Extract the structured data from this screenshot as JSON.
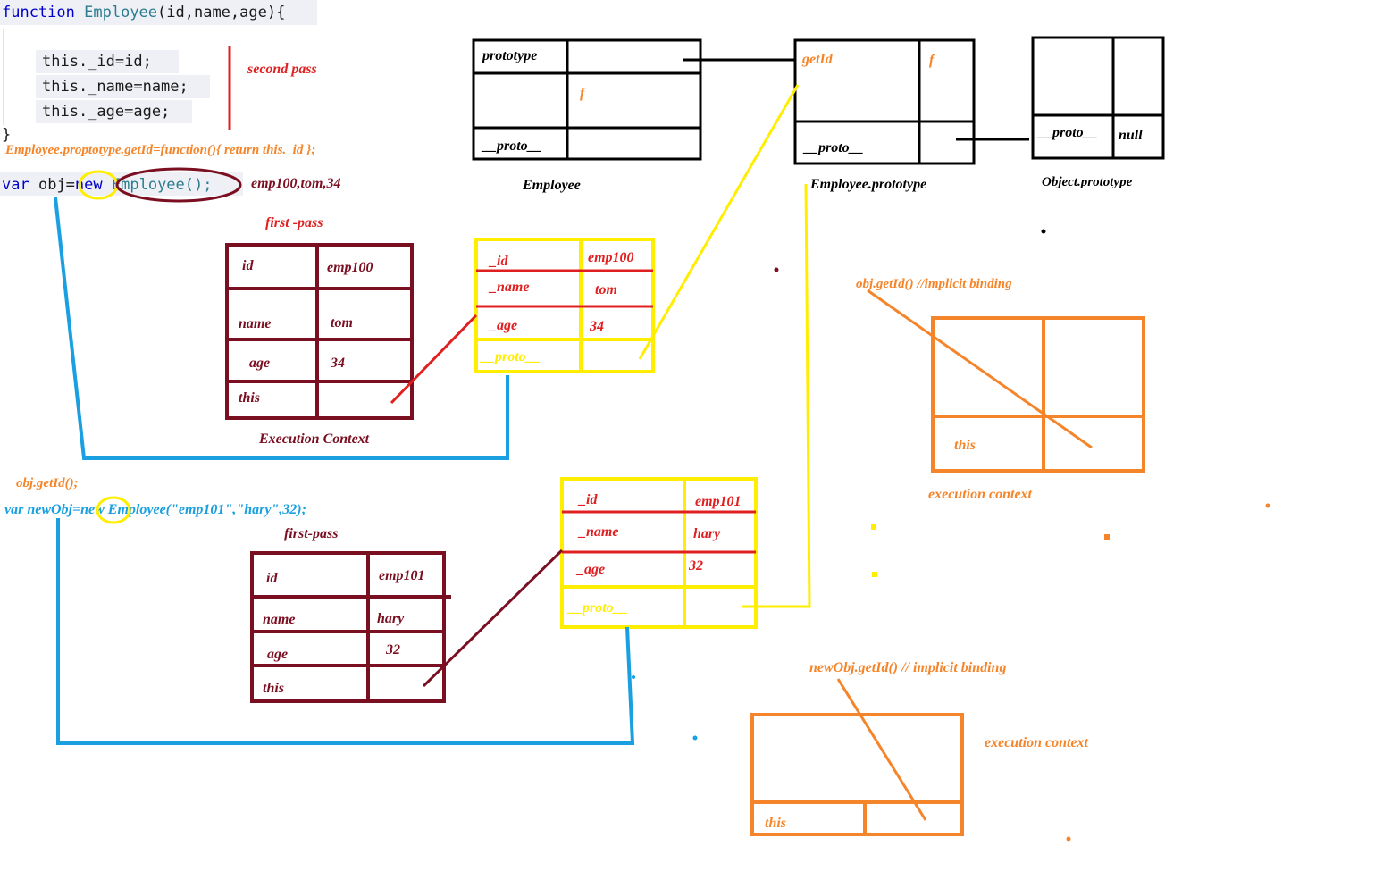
{
  "code": {
    "line1_kw": "function",
    "line1_name": "Employee",
    "line1_rest": "(id,name,age){",
    "line2": "this._id=id;",
    "line3": "this._name=name;",
    "line4": "this._age=age;",
    "line5": "}",
    "proto_line": "Employee.proptotype.getId=function(){  return this._id };",
    "var_kw": "var",
    "obj_name": "obj=",
    "new_kw": "new",
    "ctor_call": "Employee();",
    "call_args": "emp100,tom,34",
    "getid_call": "obj.getId();",
    "newobj_line_a": "var newObj=",
    "newobj_line_b": "Employee(\"emp101\",\"hary\",32);"
  },
  "labels": {
    "second_pass": "second pass",
    "first_pass_1": "first -pass",
    "first_pass_2": "first-pass",
    "execution_context_1": "Execution Context",
    "execution_context_2": "execution context",
    "execution_context_3": "execution context",
    "employee": "Employee",
    "employee_prototype": "Employee.prototype",
    "object_prototype": "Object.prototype",
    "obj_getid_binding": "obj.getId()  //implicit binding",
    "newobj_getid_binding": "newObj.getId() // implicit binding"
  },
  "employee_table": {
    "prototype": "prototype",
    "f": "f",
    "proto": "__proto__"
  },
  "employee_prototype_table": {
    "getId": "getId",
    "f": "f",
    "proto": "__proto__"
  },
  "object_prototype_table": {
    "proto": "__proto__",
    "null": "null"
  },
  "ec1": [
    {
      "key": "id",
      "value": "emp100"
    },
    {
      "key": "name",
      "value": "tom"
    },
    {
      "key": "age",
      "value": "34"
    },
    {
      "key": "this",
      "value": ""
    }
  ],
  "obj1": [
    {
      "key": "_id",
      "value": "emp100"
    },
    {
      "key": "_name",
      "value": "tom"
    },
    {
      "key": "_age",
      "value": "34"
    },
    {
      "key": "__proto__",
      "value": ""
    }
  ],
  "ec2": [
    {
      "key": "id",
      "value": "emp101"
    },
    {
      "key": "name",
      "value": "hary"
    },
    {
      "key": "age",
      "value": "32"
    },
    {
      "key": "this",
      "value": ""
    }
  ],
  "obj2": [
    {
      "key": "_id",
      "value": "emp101"
    },
    {
      "key": "_name",
      "value": "hary"
    },
    {
      "key": "_age",
      "value": "32"
    },
    {
      "key": "__proto__",
      "value": ""
    }
  ],
  "orange_ec1": {
    "this": "this"
  },
  "orange_ec2": {
    "this": "this"
  },
  "colors": {
    "maroon": "#7b0f22",
    "red": "#e02020",
    "yellow": "#ffee00",
    "orange": "#f5852a",
    "blue": "#1aa0e0",
    "black": "#000000",
    "code_blue": "#0000cc",
    "code_teal": "#2b7d8f"
  }
}
